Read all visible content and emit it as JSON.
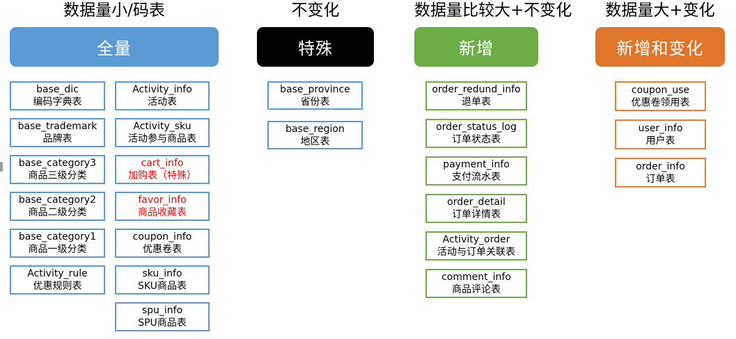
{
  "groups": [
    {
      "key": "full",
      "caption": "数据量小/码表",
      "header_label": "全量",
      "header_color": "#5B9BD5",
      "border_color": "#5B9BD5",
      "columns": [
        {
          "cards": [
            {
              "name": "base_dic",
              "desc": "编码字典表",
              "accent": "blue"
            },
            {
              "name": "base_trademark",
              "desc": "品牌表",
              "accent": "blue"
            },
            {
              "name": "base_category3",
              "desc": "商品三级分类",
              "accent": "blue"
            },
            {
              "name": "base_category2",
              "desc": "商品二级分类",
              "accent": "blue"
            },
            {
              "name": "base_category1",
              "desc": "商品一级分类",
              "accent": "blue"
            },
            {
              "name": "Activity_rule",
              "desc": "优惠规则表",
              "accent": "blue"
            }
          ]
        },
        {
          "cards": [
            {
              "name": "Activity_info",
              "desc": "活动表",
              "accent": "blue"
            },
            {
              "name": "Activity_sku",
              "desc": "活动参与商品表",
              "accent": "blue"
            },
            {
              "name": "cart_info",
              "desc": "加购表（特殊）",
              "accent": "blue",
              "highlight": "red"
            },
            {
              "name": "favor_info",
              "desc": "商品收藏表",
              "accent": "blue",
              "highlight": "red"
            },
            {
              "name": "coupon_info",
              "desc": "优惠卷表",
              "accent": "blue"
            },
            {
              "name": "sku_info",
              "desc": "SKU商品表",
              "accent": "blue"
            },
            {
              "name": "spu_info",
              "desc": "SPU商品表",
              "accent": "blue"
            }
          ]
        }
      ]
    },
    {
      "key": "special",
      "caption": "不变化",
      "header_label": "特殊",
      "header_color": "#000000",
      "border_color": "#5B9BD5",
      "columns": [
        {
          "cards": [
            {
              "name": "base_province",
              "desc": "省份表",
              "accent": "blue"
            },
            {
              "name": "base_region",
              "desc": "地区表",
              "accent": "blue"
            }
          ]
        }
      ]
    },
    {
      "key": "new",
      "caption": "数据量比较大+不变化",
      "header_label": "新增",
      "header_color": "#6CAE45",
      "border_color": "#70AD47",
      "columns": [
        {
          "cards": [
            {
              "name": "order_redund_info",
              "desc": "退单表",
              "accent": "green"
            },
            {
              "name": "order_status_log",
              "desc": "订单状态表",
              "accent": "green"
            },
            {
              "name": "payment_info",
              "desc": "支付流水表",
              "accent": "green"
            },
            {
              "name": "order_detail",
              "desc": "订单详情表",
              "accent": "green"
            },
            {
              "name": "Activity_order",
              "desc": "活动与订单关联表",
              "accent": "green"
            },
            {
              "name": "comment_info",
              "desc": "商品评论表",
              "accent": "green"
            }
          ]
        }
      ]
    },
    {
      "key": "change",
      "caption": "数据量大+变化",
      "header_label": "新增和变化",
      "header_color": "#E0762A",
      "border_color": "#ED7D31",
      "columns": [
        {
          "cards": [
            {
              "name": "coupon_use",
              "desc": "优惠卷领用表",
              "accent": "orange"
            },
            {
              "name": "user_info",
              "desc": "用户表",
              "accent": "orange"
            },
            {
              "name": "order_info",
              "desc": "订单表",
              "accent": "orange"
            }
          ]
        }
      ]
    }
  ],
  "colors": {
    "blue": "#5B9BD5",
    "black": "#000000",
    "green": "#6CAE45",
    "green_border": "#70AD47",
    "orange": "#E0762A",
    "orange_border": "#ED7D31",
    "red_text": "#FF0000",
    "background": "#FFFFFF"
  }
}
